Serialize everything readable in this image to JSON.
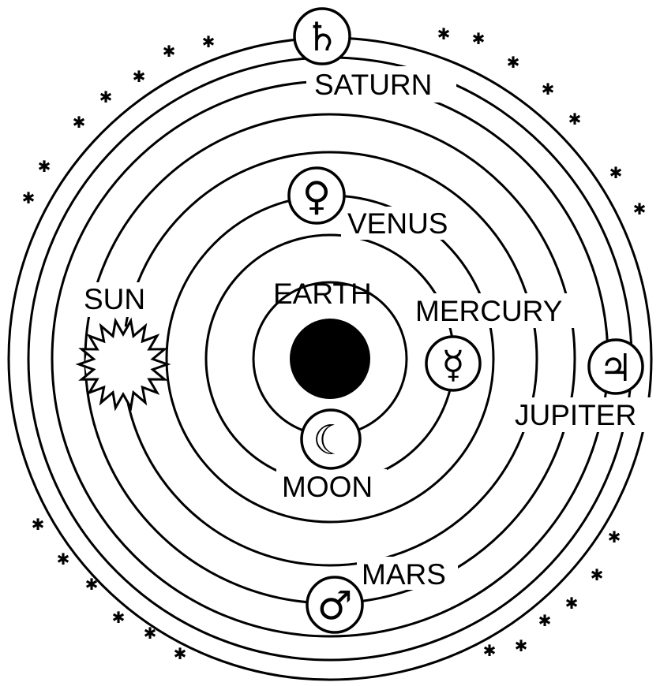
{
  "labels": {
    "saturn": "SATURN",
    "venus": "VENUS",
    "sun": "SUN",
    "earth": "EARTH",
    "mercury": "MERCURY",
    "jupiter": "JUPITER",
    "moon": "MOON",
    "mars": "MARS"
  },
  "symbols": {
    "saturn": "♄",
    "venus": "♀",
    "mercury": "☿",
    "jupiter": "♃",
    "moon": "☾",
    "mars": "♂",
    "sun": "☀"
  },
  "icons": {
    "earth": "filled-circle-icon",
    "sun": "sun-icon",
    "star": "star-icon"
  },
  "colors": {
    "ink": "#000000",
    "paper": "#ffffff"
  }
}
